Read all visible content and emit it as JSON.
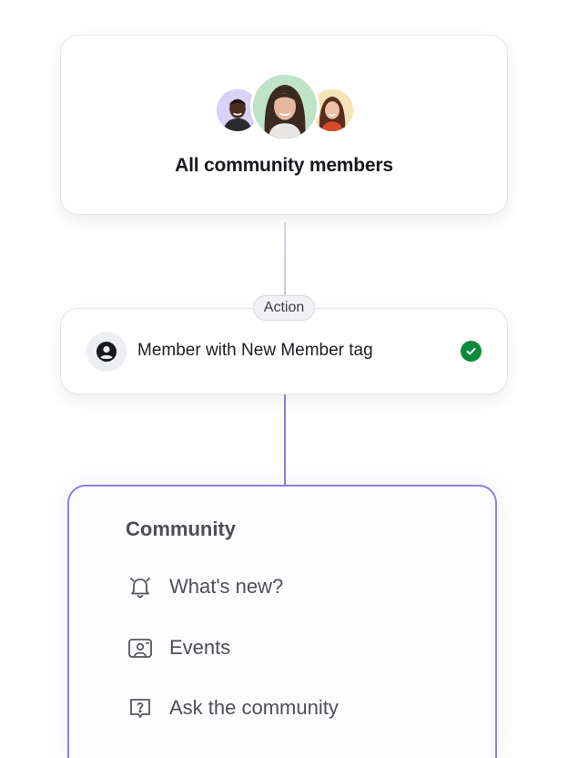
{
  "audience_card": {
    "title": "All community members",
    "avatars": [
      "avatar-member-left",
      "avatar-member-center",
      "avatar-member-right"
    ]
  },
  "action_badge": {
    "label": "Action"
  },
  "filter_card": {
    "label": "Member with New Member tag",
    "icon": "user-circle-icon",
    "status_icon": "check-circle-icon",
    "status_color": "#0d8a3a"
  },
  "community_panel": {
    "title": "Community",
    "items": [
      {
        "label": "What's new?",
        "icon": "bell-icon"
      },
      {
        "label": "Events",
        "icon": "events-icon"
      },
      {
        "label": "Ask the community",
        "icon": "question-chat-icon"
      }
    ],
    "accent_color": "#8f7fe3"
  }
}
